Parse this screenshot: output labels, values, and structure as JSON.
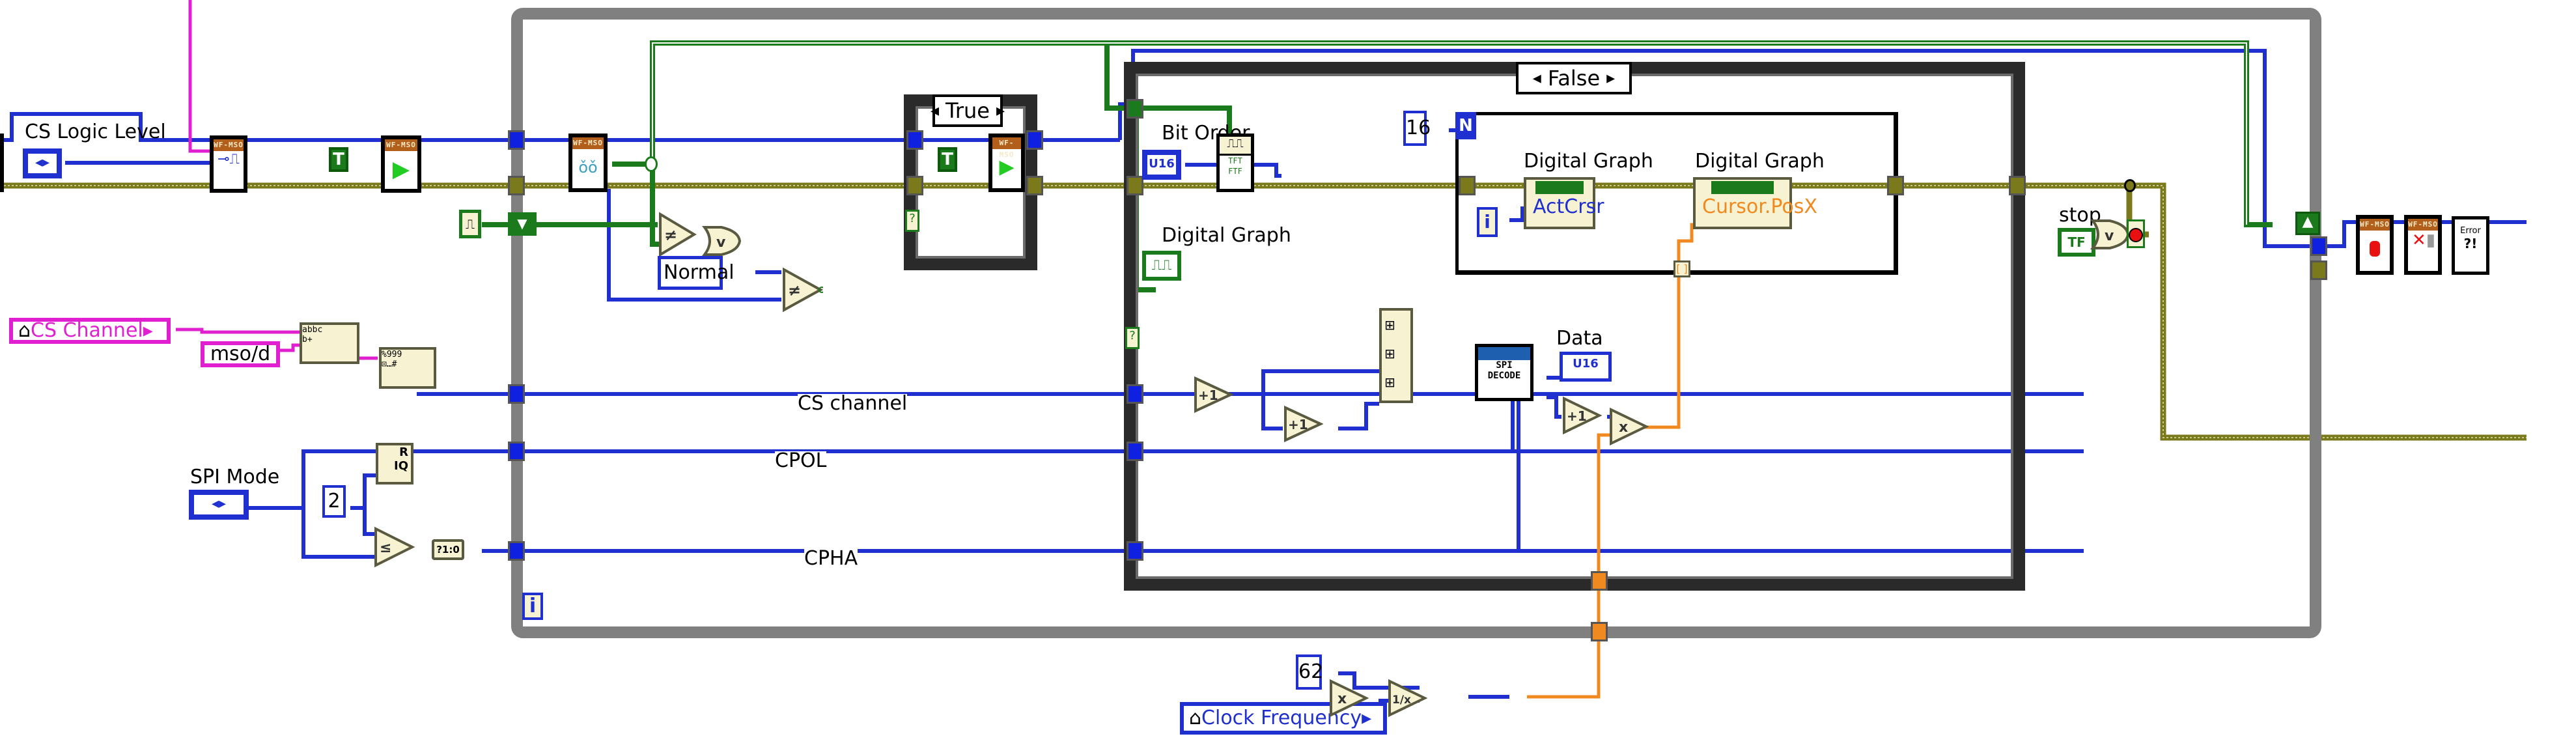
{
  "diagram": {
    "type": "LabVIEW block diagram",
    "structures": {
      "outer_loop": {
        "kind": "While Loop",
        "iteration_terminal": "i"
      },
      "case_inner_small": {
        "kind": "Case Structure",
        "selector": "True"
      },
      "case_main": {
        "kind": "Case Structure",
        "selector": "False"
      },
      "for_loop": {
        "kind": "For Loop",
        "count_terminal": "N",
        "count_value": "16",
        "iteration_terminal": "i"
      }
    },
    "controls": {
      "cs_logic_level": {
        "label": "CS Logic Level"
      },
      "cs_channel": {
        "label": "CS Channel"
      },
      "spi_mode": {
        "label": "SPI Mode"
      },
      "clock_frequency": {
        "label": "Clock Frequency"
      },
      "bit_order": {
        "label": "Bit Order",
        "type": "U16"
      },
      "stop": {
        "label": "stop",
        "type": "TF"
      }
    },
    "indicators": {
      "digital_graph": {
        "label": "Digital Graph"
      },
      "data": {
        "label": "Data",
        "type": "U16"
      }
    },
    "constants": {
      "msod": "mso/d",
      "normal": "Normal",
      "two": "2",
      "sixteen": "16",
      "sixty_two": "62",
      "true_const": "T",
      "bool_to_int": "?1:0"
    },
    "property_nodes": [
      {
        "owner": "Digital Graph",
        "property": "ActCrsr"
      },
      {
        "owner": "Digital Graph",
        "property": "Cursor.PosX"
      }
    ],
    "wire_labels": {
      "cs_channel": "CS channel",
      "cpol": "CPOL",
      "cpha": "CPHA"
    },
    "subvis": {
      "header": "WF-MSO",
      "spi_decode": [
        "SPI",
        "DECODE"
      ],
      "error_handler": [
        "Error",
        "?!"
      ]
    },
    "operators": {
      "increment": "+1",
      "multiply": "x",
      "reciprocal": "1/x",
      "not_equal": "≠",
      "or": "v",
      "quotient": [
        "R",
        "IQ"
      ],
      "less_or_equal": "≤"
    },
    "colors": {
      "wire_numeric": "#1f2fd0",
      "wire_boolean": "#1b7a1b",
      "wire_error": "#7a7a1c",
      "wire_string": "#e020d0",
      "wire_float": "#f08a20",
      "loop_border": "#808080",
      "subvi_header": "#b35f1c"
    }
  }
}
